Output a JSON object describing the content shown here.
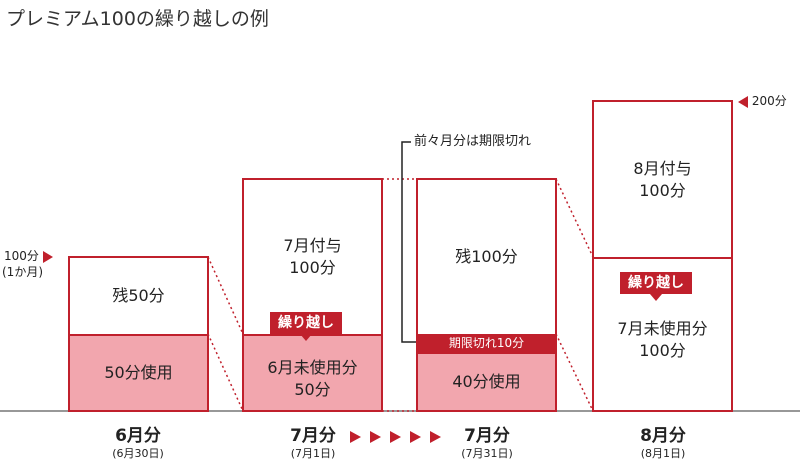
{
  "title": "プレミアム100の繰り越しの例",
  "colors": {
    "accent": "#c0202c",
    "pink_fill": "#f2a6ae"
  },
  "side_labels": {
    "left_top": "100分",
    "left_bottom": "(1か月)",
    "right": "200分"
  },
  "bars": {
    "june": {
      "top": "残50分",
      "bottom": "50分使用",
      "month": "6月分",
      "date": "(6月30日)"
    },
    "july": {
      "top_line1": "7月付与",
      "top_line2": "100分",
      "badge": "繰り越し",
      "bottom_line1": "6月未使用分",
      "bottom_line2": "50分",
      "month": "7月分",
      "date": "(7月1日)"
    },
    "july_end": {
      "top": "残100分",
      "strip": "期限切れ10分",
      "bottom": "40分使用",
      "month": "7月分",
      "date": "(7月31日)",
      "callout": "前々月分は期限切れ"
    },
    "august": {
      "top_line1": "8月付与",
      "top_line2": "100分",
      "badge": "繰り越し",
      "bottom_line1": "7月未使用分",
      "bottom_line2": "100分",
      "month": "8月分",
      "date": "(8月1日)"
    }
  }
}
